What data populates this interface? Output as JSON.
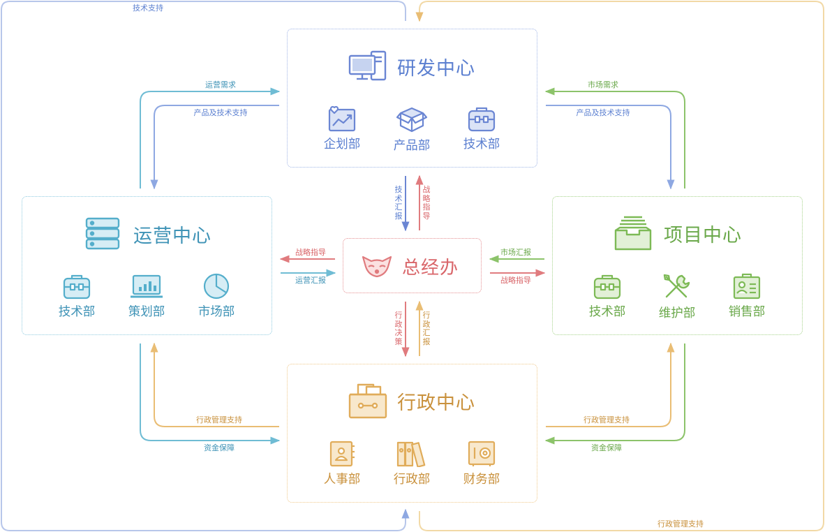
{
  "centers": {
    "rd": {
      "title": "研发中心",
      "depts": [
        "企划部",
        "产品部",
        "技术部"
      ],
      "color": "#5b7fd0"
    },
    "ops": {
      "title": "运营中心",
      "depts": [
        "技术部",
        "策划部",
        "市场部"
      ],
      "color": "#3f93b6"
    },
    "proj": {
      "title": "项目中心",
      "depts": [
        "技术部",
        "维护部",
        "销售部"
      ],
      "color": "#6aa84a"
    },
    "admin": {
      "title": "行政中心",
      "depts": [
        "人事部",
        "行政部",
        "财务部"
      ],
      "color": "#c9913c"
    },
    "gm": {
      "title": "总经办",
      "color": "#d9666a"
    }
  },
  "flows": {
    "outer_tech_support": "技术支持",
    "outer_admin_support": "行政管理支持",
    "ops_demand": "运营需求",
    "rd_support_ops": "产品及技术支持",
    "market_demand": "市场需求",
    "rd_support_proj": "产品及技术支持",
    "tech_report": "技术汇报",
    "strategy_down": "战略指导",
    "strategy_left": "战略指导",
    "ops_report": "运营汇报",
    "market_report": "市场汇报",
    "strategy_right": "战略指导",
    "admin_decision": "行政决策",
    "admin_report": "行政汇报",
    "admin_support_ops": "行政管理支持",
    "fund_ops": "资金保障",
    "admin_support_proj": "行政管理支持",
    "fund_proj": "资金保障"
  }
}
